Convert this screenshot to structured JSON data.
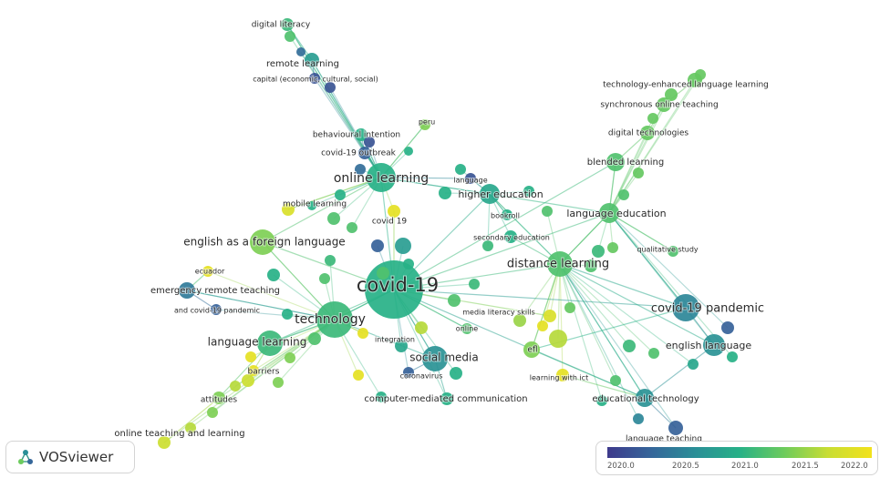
{
  "app": {
    "brand": "VOSviewer"
  },
  "legend": {
    "ticks": [
      "2020.0",
      "2020.5",
      "2021.0",
      "2021.5",
      "2022.0"
    ],
    "colors": [
      "#3e3a8c",
      "#35669a",
      "#2a8f97",
      "#27b187",
      "#6ccb5d",
      "#c8dd33",
      "#f2e21c"
    ]
  },
  "network": {
    "nodes": [
      {
        "label": "covid-19",
        "year": 2021.0
      },
      {
        "label": "online learning",
        "year": 2021.0
      },
      {
        "label": "technology",
        "year": 2021.1
      },
      {
        "label": "distance learning",
        "year": 2021.2
      },
      {
        "label": "covid-19 pandemic",
        "year": 2020.6
      },
      {
        "label": "english as a foreign language",
        "year": 2021.4
      },
      {
        "label": "language learning",
        "year": 2021.1
      },
      {
        "label": "social media",
        "year": 2020.7
      },
      {
        "label": "higher education",
        "year": 2020.9
      },
      {
        "label": "language education",
        "year": 2021.2
      },
      {
        "label": "english language",
        "year": 2020.7
      },
      {
        "label": "educational technology",
        "year": 2020.7
      },
      {
        "label": "blended learning",
        "year": 2021.2
      },
      {
        "label": "digital technologies",
        "year": 2021.3
      },
      {
        "label": "synchronous online teaching",
        "year": 2021.3
      },
      {
        "label": "technology-enhanced language learning",
        "year": 2021.3
      },
      {
        "label": "digital literacy",
        "year": 2021.1
      },
      {
        "label": "remote learning",
        "year": 2020.8
      },
      {
        "label": "capital (economic, cultural, social)",
        "year": 2020.2
      },
      {
        "label": "behavioural intention",
        "year": 2021.0
      },
      {
        "label": "covid-19 outbreak",
        "year": 2020.3
      },
      {
        "label": "peru",
        "year": 2021.4
      },
      {
        "label": "language",
        "year": 2020.2
      },
      {
        "label": "mobile learning",
        "year": 2021.8
      },
      {
        "label": "covid 19",
        "year": 2021.9
      },
      {
        "label": "bookroll",
        "year": 2021.0
      },
      {
        "label": "secondary education",
        "year": 2021.0
      },
      {
        "label": "qualitative study",
        "year": 2021.2
      },
      {
        "label": "ecuador",
        "year": 2021.9
      },
      {
        "label": "emergency remote teaching",
        "year": 2020.5
      },
      {
        "label": "and covid-19 pandemic",
        "year": 2020.3
      },
      {
        "label": "media literacy skills",
        "year": 2021.8
      },
      {
        "label": "online",
        "year": 2021.2
      },
      {
        "label": "efl",
        "year": 2021.4
      },
      {
        "label": "integration",
        "year": 2021.9
      },
      {
        "label": "coronavirus",
        "year": 2020.3
      },
      {
        "label": "barriers",
        "year": 2021.9
      },
      {
        "label": "learning with ict",
        "year": 2021.9
      },
      {
        "label": "attitudes",
        "year": 2021.4
      },
      {
        "label": "computer-mediated communication",
        "year": 2021.0
      },
      {
        "label": "online teaching and learning",
        "year": 2021.7
      },
      {
        "label": "language teaching",
        "year": 2020.3
      }
    ]
  }
}
